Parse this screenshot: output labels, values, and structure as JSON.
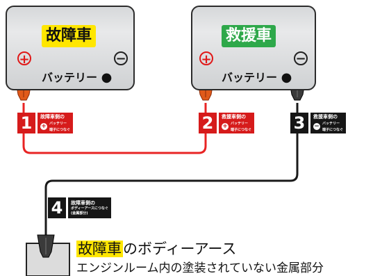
{
  "colors": {
    "positive_cable": "#e82424",
    "negative_cable": "#1a1a1a",
    "highlight_yellow": "#ffe600",
    "rescue_green": "#2ea84a"
  },
  "batteries": {
    "broken": {
      "title": "故障車",
      "label": "バッテリー",
      "plus_symbol": "+",
      "minus_symbol": "−"
    },
    "rescue": {
      "title": "救援車",
      "label": "バッテリー",
      "plus_symbol": "+",
      "minus_symbol": "−"
    }
  },
  "steps": [
    {
      "number": "1",
      "line1": "故障車側の",
      "circle": "+",
      "line2": "バッテリー",
      "line3": "端子につなぐ",
      "color": "red"
    },
    {
      "number": "2",
      "line1": "救援車側の",
      "circle": "+",
      "line2": "バッテリー",
      "line3": "端子につなぐ",
      "color": "red"
    },
    {
      "number": "3",
      "line1": "救援車側の",
      "circle": "−",
      "line2": "バッテリー",
      "line3": "端子につなぐ",
      "color": "black"
    },
    {
      "number": "4",
      "line1": "故障車側の",
      "line2": "ボディーアースにつなぐ",
      "line3": "(金属部分)",
      "color": "black"
    }
  ],
  "caption": {
    "highlight": "故障車",
    "rest": "のボディーアース",
    "detail": "エンジンルーム内の塗装されていない金属部分"
  }
}
